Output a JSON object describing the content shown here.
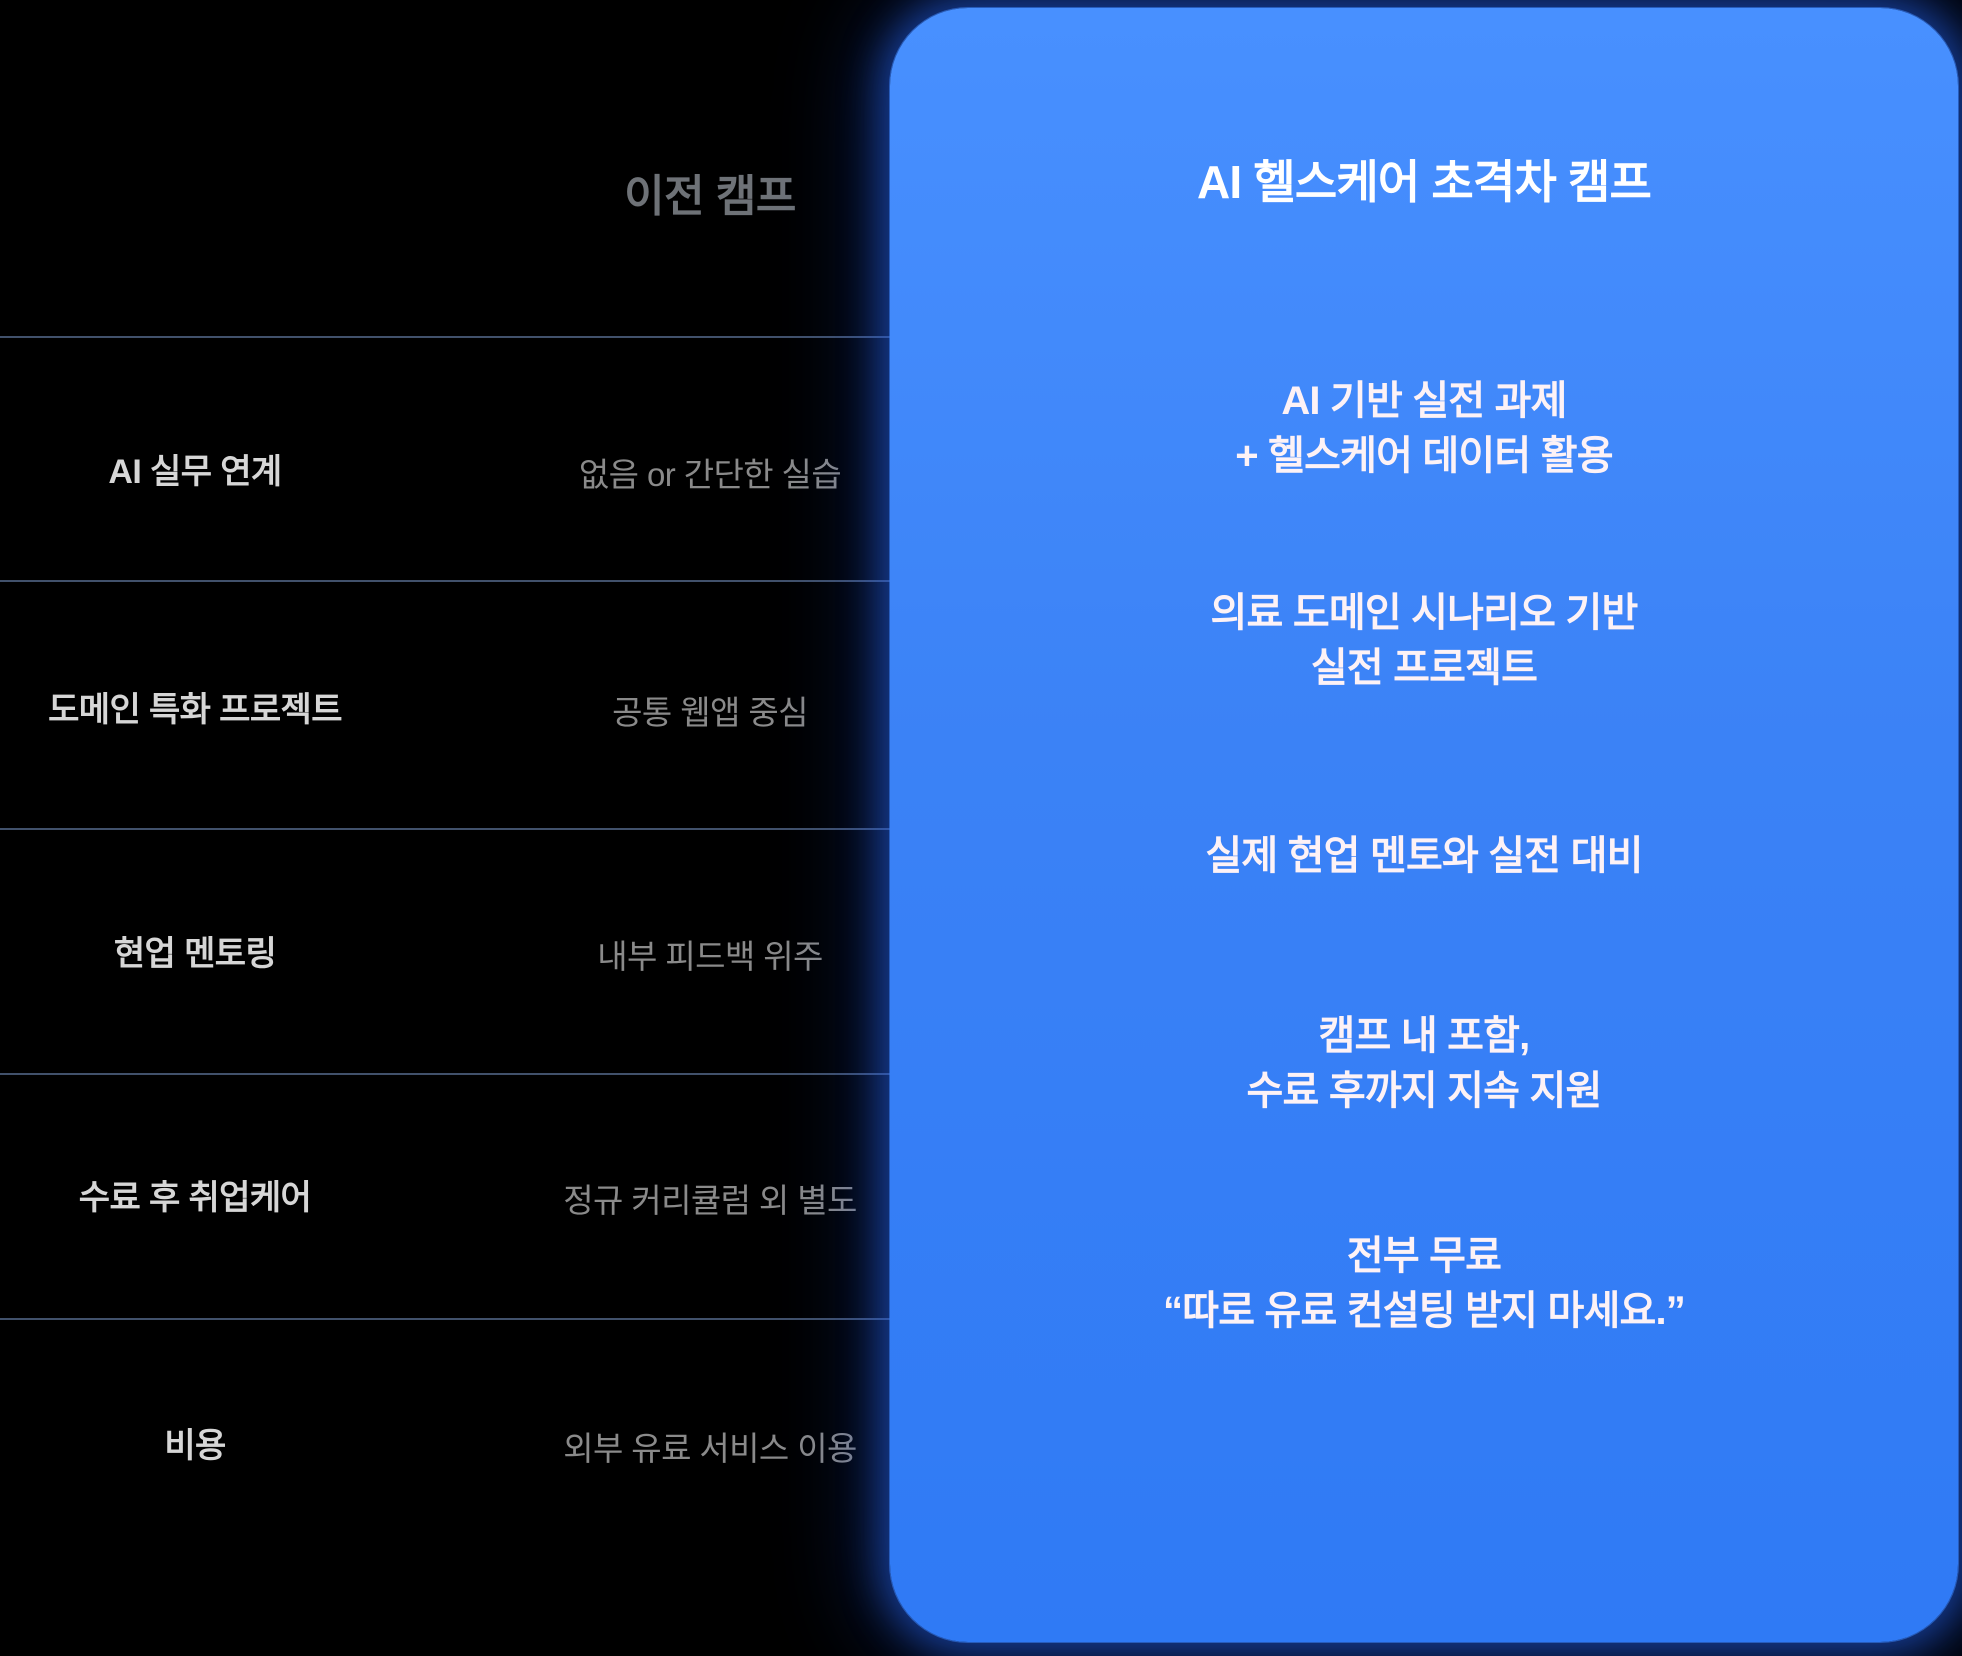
{
  "comparison": {
    "prev_column_header": "이전 캠프",
    "rows": [
      {
        "feature": "AI 실무 연계",
        "previous": "없음 or 간단한 실습"
      },
      {
        "feature": "도메인 특화 프로젝트",
        "previous": "공통 웹앱 중심"
      },
      {
        "feature": "현업 멘토링",
        "previous": "내부 피드백 위주"
      },
      {
        "feature": "수료 후 취업케어",
        "previous": "정규 커리큘럼 외 별도"
      },
      {
        "feature": "비용",
        "previous": "외부 유료 서비스 이용"
      }
    ]
  },
  "highlight_card": {
    "title": "AI 헬스케어 초격차 캠프",
    "cells": [
      {
        "line1": "AI 기반 실전 과제",
        "line2": "+ 헬스케어 데이터 활용"
      },
      {
        "line1": "의료 도메인 시나리오 기반",
        "line2": "실전 프로젝트"
      },
      {
        "line1": "실제 현업 멘토와 실전 대비",
        "line2": ""
      },
      {
        "line1": "캠프 내 포함,",
        "line2": "수료 후까지 지속 지원"
      },
      {
        "line1": "전부 무료",
        "line2": "“따로 유료 컨설팅 받지 마세요.”"
      }
    ]
  },
  "colors": {
    "background": "#000000",
    "card_border_blue": "#3b82f6",
    "card_top_navy": "#11254a",
    "card_bottom_blue": "#2a7af0",
    "divider": "#41516b",
    "feature_text": "#d6d6d6",
    "previous_text": "#8a8a8a",
    "header_text": "#6e7277",
    "card_text": "#fdf2f6"
  }
}
